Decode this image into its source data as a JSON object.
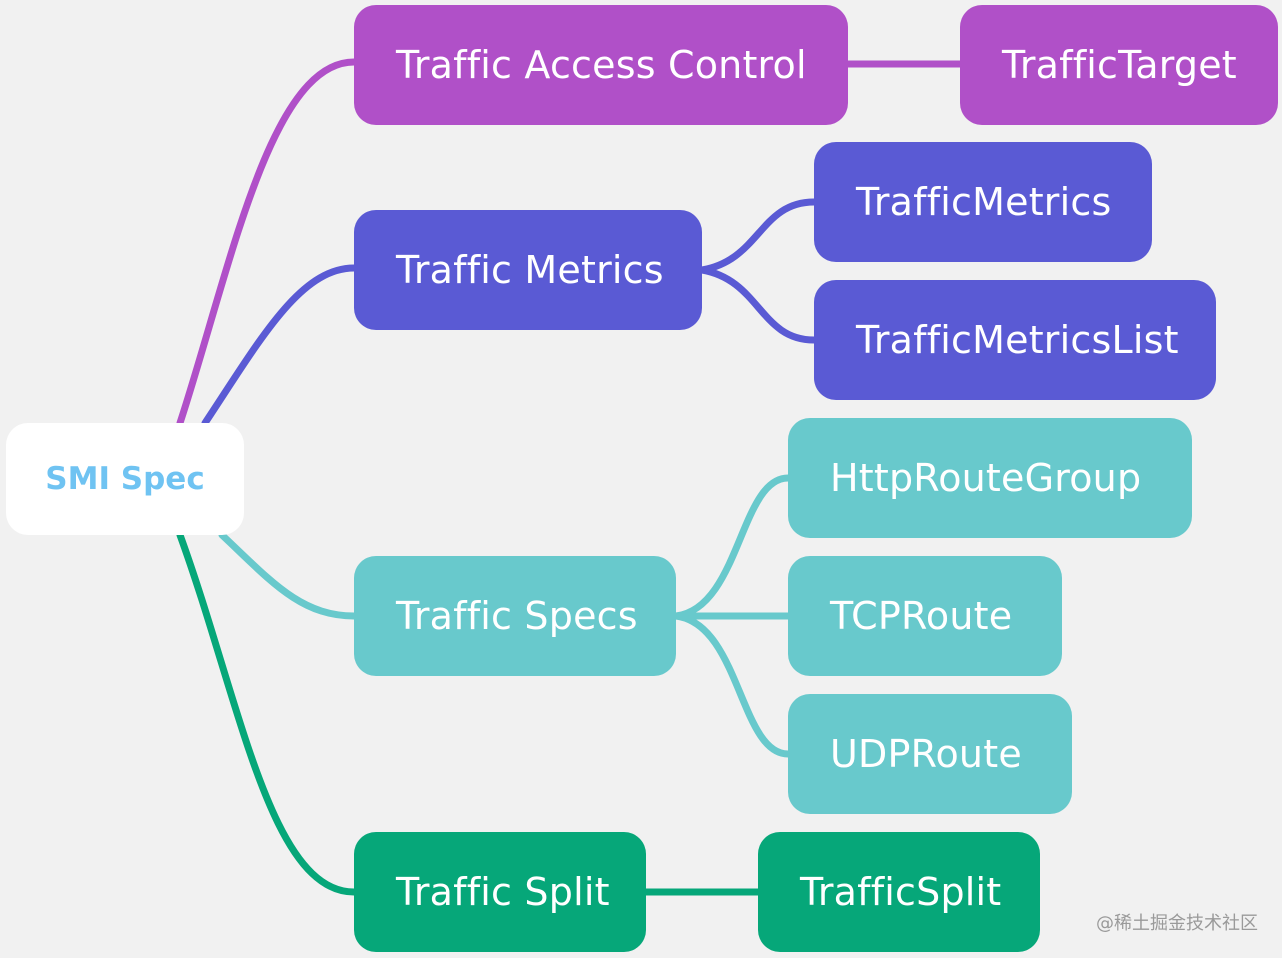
{
  "diagram": {
    "root": {
      "label": "SMI Spec"
    },
    "groups": {
      "access": {
        "label": "Traffic Access Control",
        "color": "#b050c8",
        "children": [
          "TrafficTarget"
        ]
      },
      "metrics": {
        "label": "Traffic Metrics",
        "color": "#5a5ad4",
        "children": [
          "TrafficMetrics",
          "TrafficMetricsList"
        ]
      },
      "specs": {
        "label": "Traffic Specs",
        "color": "#68c9cc",
        "children": [
          "HttpRouteGroup",
          "TCPRoute",
          "UDPRoute"
        ]
      },
      "split": {
        "label": "Traffic Split",
        "color": "#06a779",
        "children": [
          "TrafficSplit"
        ]
      }
    },
    "root_text_color": "#6fc3f2"
  },
  "watermark": "@稀土掘金技术社区"
}
